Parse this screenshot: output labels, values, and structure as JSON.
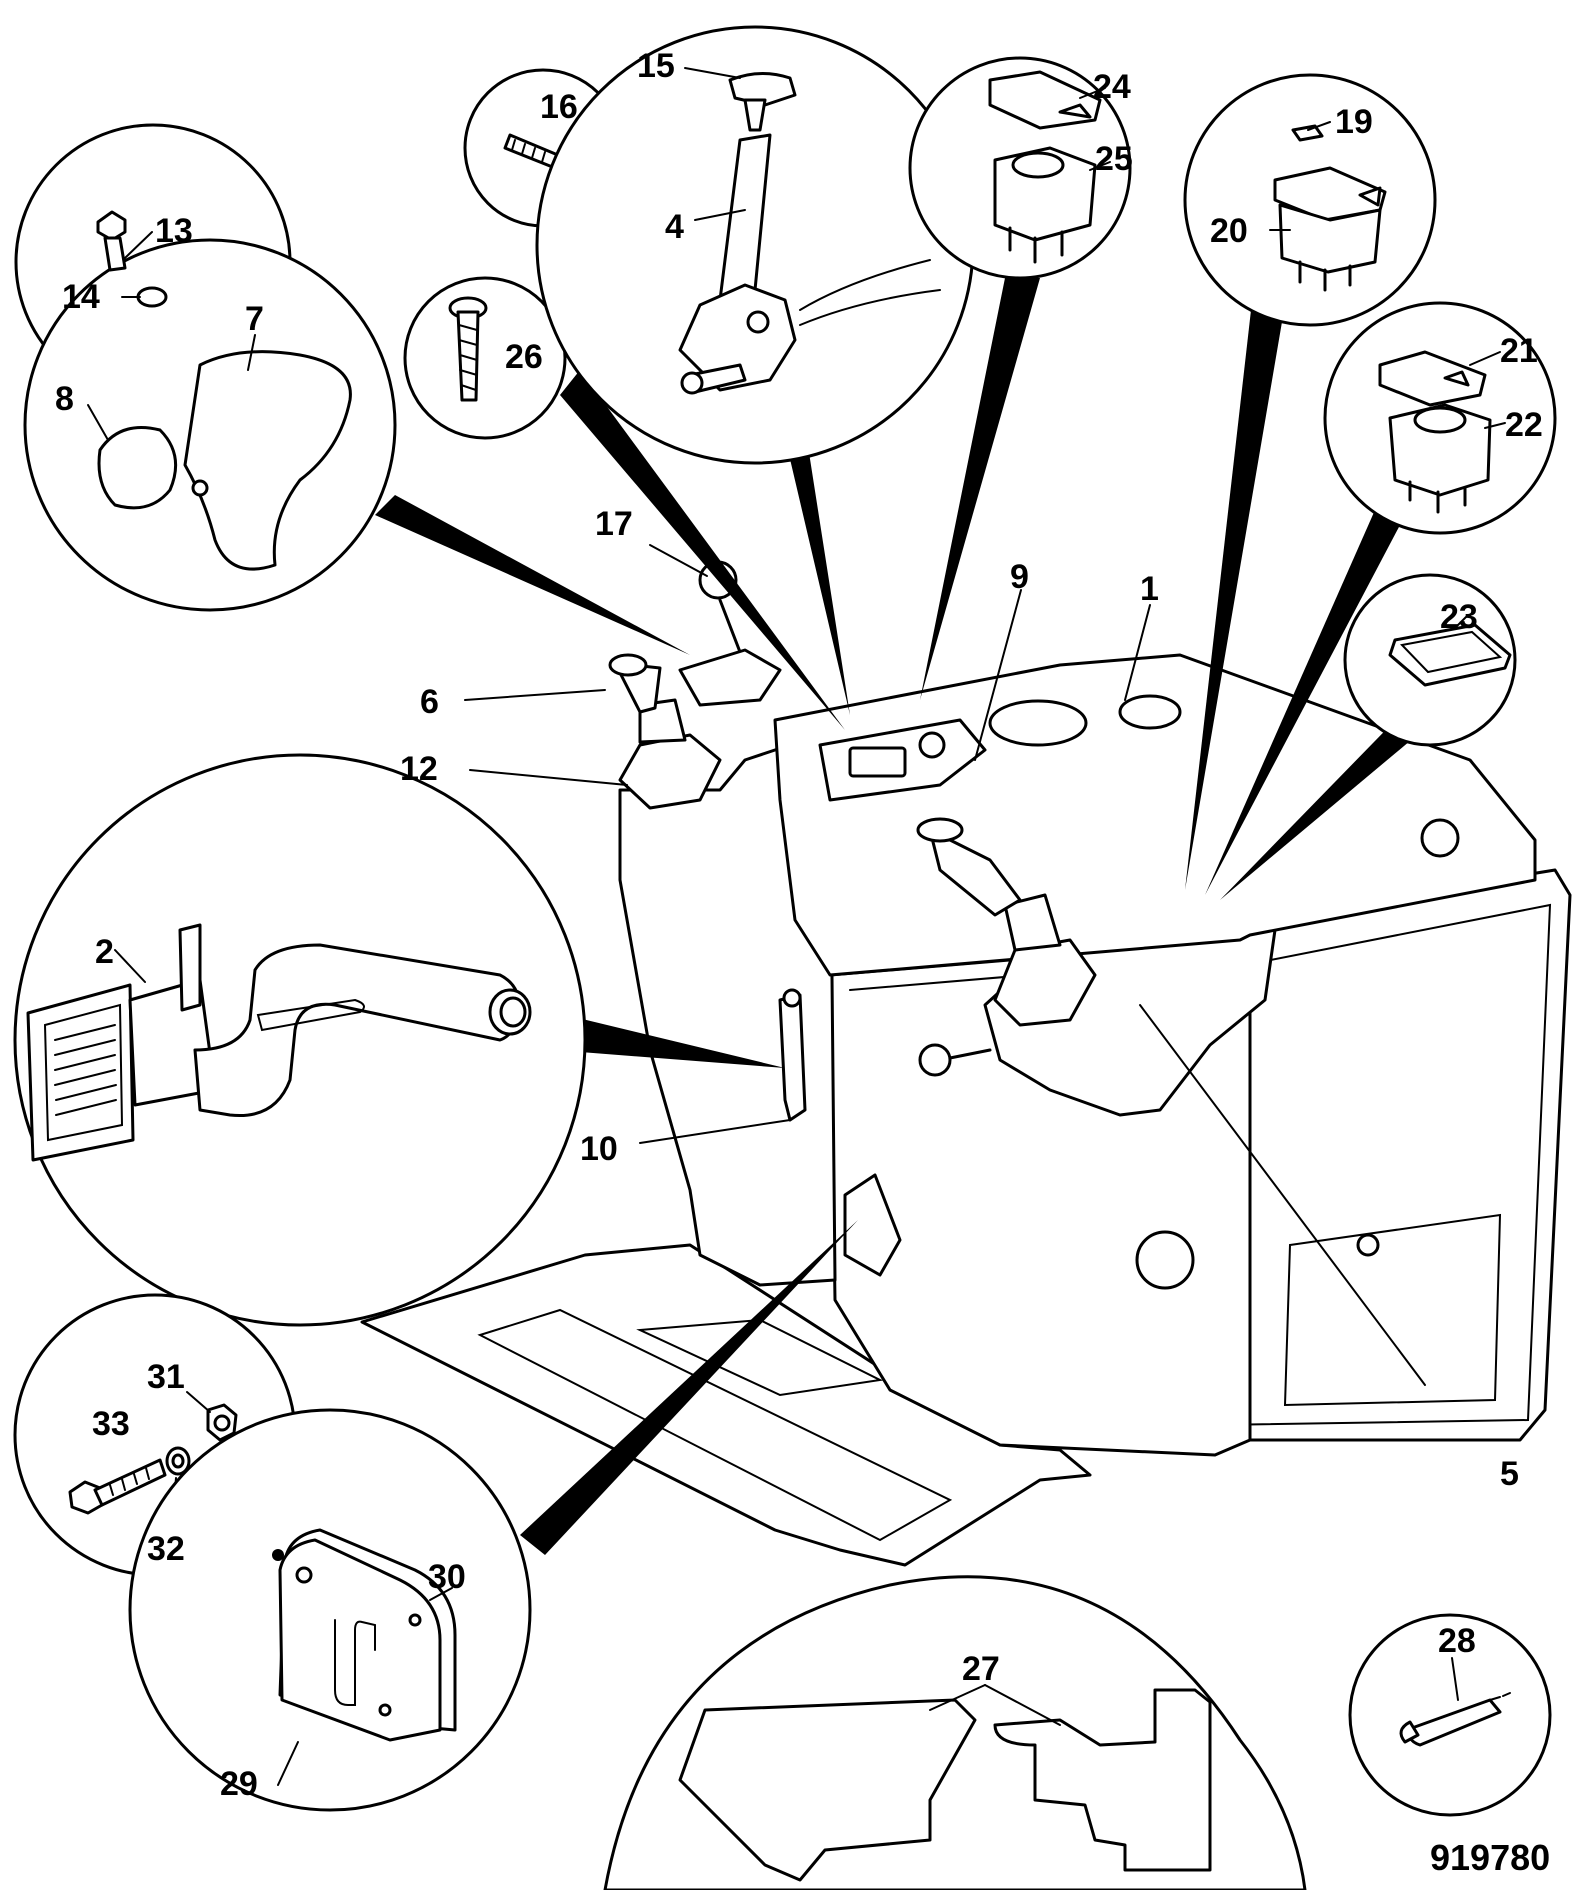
{
  "diagram": {
    "reference_number": "919780",
    "callouts": {
      "c1": "1",
      "c2": "2",
      "c4": "4",
      "c5": "5",
      "c6": "6",
      "c7": "7",
      "c8": "8",
      "c9": "9",
      "c10": "10",
      "c12": "12",
      "c13": "13",
      "c14": "14",
      "c15": "15",
      "c16": "16",
      "c17": "17",
      "c19": "19",
      "c20": "20",
      "c21": "21",
      "c22": "22",
      "c23": "23",
      "c24": "24",
      "c25": "25",
      "c26": "26",
      "c27": "27",
      "c28": "28",
      "c29": "29",
      "c30": "30",
      "c31": "31",
      "c32": "32",
      "c33": "33"
    },
    "colors": {
      "line": "#000000",
      "background": "#ffffff"
    }
  }
}
